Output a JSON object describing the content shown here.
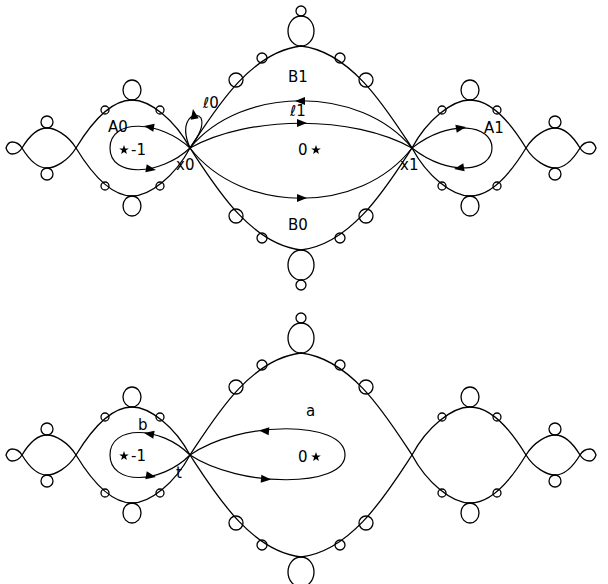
{
  "diagram": {
    "labels": [
      "ℓ0",
      "B1",
      "ℓ1",
      "A0",
      "-1",
      "0",
      "x0",
      "x1",
      "B0",
      "A1",
      "b",
      "a",
      "-1",
      "0",
      "t"
    ]
  }
}
